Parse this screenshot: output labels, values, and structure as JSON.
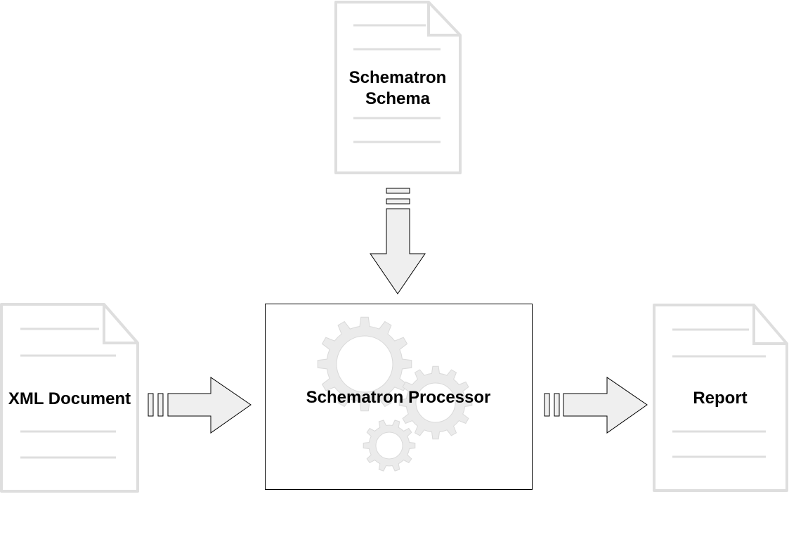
{
  "diagram": {
    "schema_doc": {
      "line1": "Schematron",
      "line2": "Schema"
    },
    "input_doc": {
      "label": "XML Document"
    },
    "processor": {
      "label": "Schematron Processor"
    },
    "output_doc": {
      "label": "Report"
    }
  },
  "colors": {
    "doc_stroke": "#dedede",
    "arrow_fill": "#efefef",
    "arrow_stroke": "#000000",
    "gear_fill": "#ebebeb",
    "box_stroke": "#000000"
  }
}
